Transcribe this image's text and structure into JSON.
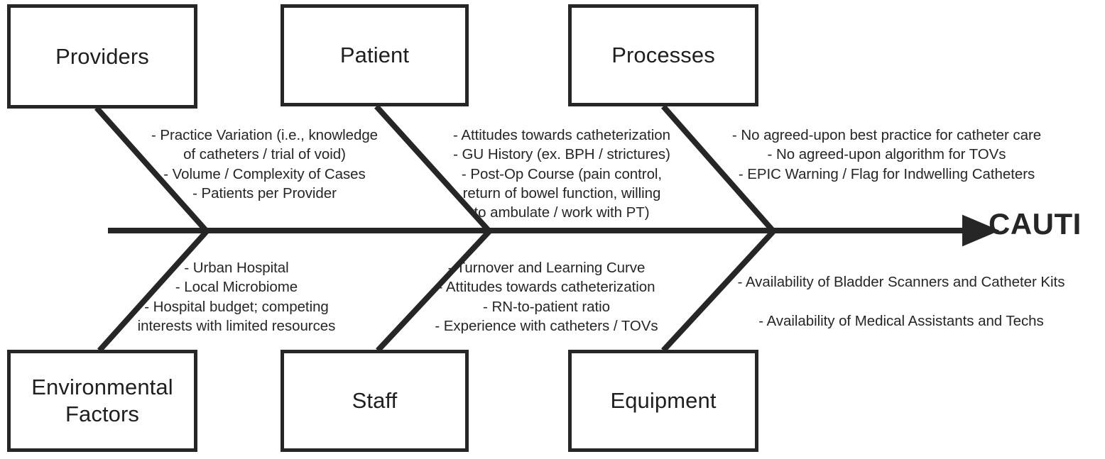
{
  "diagram": {
    "type": "fishbone-ishikawa",
    "effect_label": "CAUTI",
    "line_color": "#262626",
    "text_color": "#262626",
    "box_fill": "#ffffff",
    "categories": {
      "providers": {
        "label": "Providers",
        "position": "top-left",
        "causes_text": "- Practice Variation (i.e., knowledge\nof catheters / trial of void)\n- Volume / Complexity of Cases\n- Patients per Provider",
        "causes": [
          "- Practice Variation (i.e., knowledge of catheters / trial of void)",
          "- Volume / Complexity of Cases",
          "- Patients per Provider"
        ]
      },
      "patient": {
        "label": "Patient",
        "position": "top-center",
        "causes_text": "- Attitudes towards catheterization\n- GU History (ex. BPH / strictures)\n- Post-Op Course (pain control,\nreturn of bowel function, willing\nto ambulate / work with PT)",
        "causes": [
          "- Attitudes towards catheterization",
          "- GU History (ex. BPH / strictures)",
          "- Post-Op Course (pain control, return of bowel function, willing to ambulate / work with PT)"
        ]
      },
      "processes": {
        "label": "Processes",
        "position": "top-right",
        "causes_text": "- No agreed-upon best practice for catheter care\n- No agreed-upon algorithm for TOVs\n- EPIC Warning / Flag for Indwelling Catheters",
        "causes": [
          "- No agreed-upon best practice for catheter care",
          "- No agreed-upon algorithm for TOVs",
          "- EPIC Warning / Flag for Indwelling Catheters"
        ]
      },
      "environmental_factors": {
        "label": "Environmental\nFactors",
        "position": "bottom-left",
        "causes_text": "- Urban Hospital\n- Local Microbiome\n- Hospital budget; competing\ninterests with limited resources",
        "causes": [
          "- Urban Hospital",
          "- Local Microbiome",
          "- Hospital budget; competing interests with limited resources"
        ]
      },
      "staff": {
        "label": "Staff",
        "position": "bottom-center",
        "causes_text": "- Turnover and Learning Curve\n- Attitudes towards catheterization\n- RN-to-patient ratio\n- Experience with catheters / TOVs",
        "causes": [
          "- Turnover and Learning Curve",
          "- Attitudes towards catheterization",
          "- RN-to-patient ratio",
          "- Experience with catheters / TOVs"
        ]
      },
      "equipment": {
        "label": "Equipment",
        "position": "bottom-right",
        "causes_text": "- Availability of Bladder Scanners and Catheter Kits\n\n- Availability of Medical Assistants  and Techs",
        "causes": [
          "- Availability of Bladder Scanners and Catheter Kits",
          "- Availability of Medical Assistants  and Techs"
        ]
      }
    }
  }
}
